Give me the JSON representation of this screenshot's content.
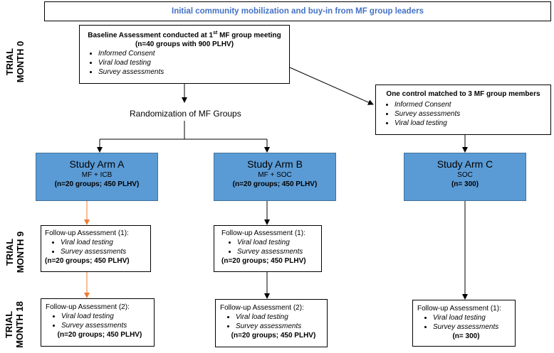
{
  "header": {
    "text": "Initial community mobilization and buy-in from MF group leaders",
    "color": "#4472c4"
  },
  "time_labels": {
    "month0": [
      "TRIAL",
      "MONTH 0"
    ],
    "month9": [
      "TRIAL",
      "MONTH 9"
    ],
    "month18": [
      "TRIAL",
      "MONTH 18"
    ]
  },
  "baseline": {
    "title_pre": "Baseline Assessment conducted at 1",
    "title_sup": "st",
    "title_post": " MF group meeting",
    "subtitle": "(n=40 groups with 900 PLHV)",
    "items": [
      "Informed Consent",
      "Viral load testing",
      "Survey assessments"
    ]
  },
  "control": {
    "title": "One control matched to 3 MF group members",
    "items": [
      "Informed Consent",
      "Survey assessments",
      "Viral load testing"
    ]
  },
  "randomization": "Randomization of MF Groups",
  "arms": [
    {
      "title": "Study Arm A",
      "sub": "MF + ICB",
      "n": "(n=20 groups; 450 PLHV)"
    },
    {
      "title": "Study Arm B",
      "sub": "MF + SOC",
      "n": "(n=20 groups; 450 PLHV)"
    },
    {
      "title": "Study Arm C",
      "sub": "SOC",
      "n": "(n= 300)"
    }
  ],
  "followups": {
    "a9": {
      "title": "Follow-up Assessment (1):",
      "items": [
        "Viral load testing",
        "Survey assessments"
      ],
      "n": "(n=20 groups; 450 PLHV)"
    },
    "b9": {
      "title": "Follow-up Assessment (1):",
      "items": [
        "Viral load testing",
        "Survey assessments"
      ],
      "n": "(n=20 groups; 450 PLHV)"
    },
    "a18": {
      "title": "Follow-up Assessment (2):",
      "items": [
        "Viral load testing",
        "Survey assessments"
      ],
      "n": "(n=20 groups; 450 PLHV)"
    },
    "b18": {
      "title": "Follow-up Assessment (2):",
      "items": [
        "Viral load testing",
        "Survey assessments"
      ],
      "n": "(n=20 groups; 450 PLHV)"
    },
    "c18": {
      "title": "Follow-up Assessment (1):",
      "items": [
        "Viral load testing",
        "Survey assessments"
      ],
      "n": "(n= 300)"
    }
  },
  "colors": {
    "arm_fill": "#5b9bd5",
    "arm_border": "#41719c",
    "arm_a_arrows": "#ed7d31",
    "arrows": "#000000"
  }
}
